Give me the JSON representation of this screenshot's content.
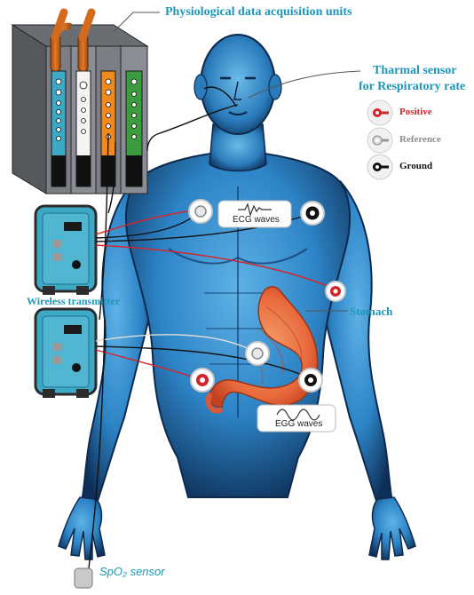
{
  "labels": {
    "acquisition_units": "Physiological data acquisition units",
    "thermal_sensor_line1": "Tharmal sensor",
    "thermal_sensor_line2": "for Respiratory rate",
    "wireless_transmitter": "Wireless transmitter",
    "stomach": "Stomach",
    "spo2_sensor": "SpO₂ sensor",
    "ecg_waves": "ECG waves",
    "egg_waves": "EGG waves"
  },
  "legend": [
    {
      "label": "Positive",
      "color": "#d3262b"
    },
    {
      "label": "Reference",
      "color": "#8c8c8c"
    },
    {
      "label": "Ground",
      "color": "#111111"
    }
  ],
  "colors": {
    "label_teal": "#1d96b8",
    "body_blue": "#2d84c6",
    "device_teal": "#3ea9c7",
    "module_orange": "#f08a1c",
    "module_green": "#3a9c3f",
    "stomach_orange": "#e8693c"
  },
  "icons": {
    "electrode": "electrode-snap-icon",
    "ecg_waveform": "ecg-waveform-icon",
    "egg_waveform": "sine-waveform-icon"
  }
}
